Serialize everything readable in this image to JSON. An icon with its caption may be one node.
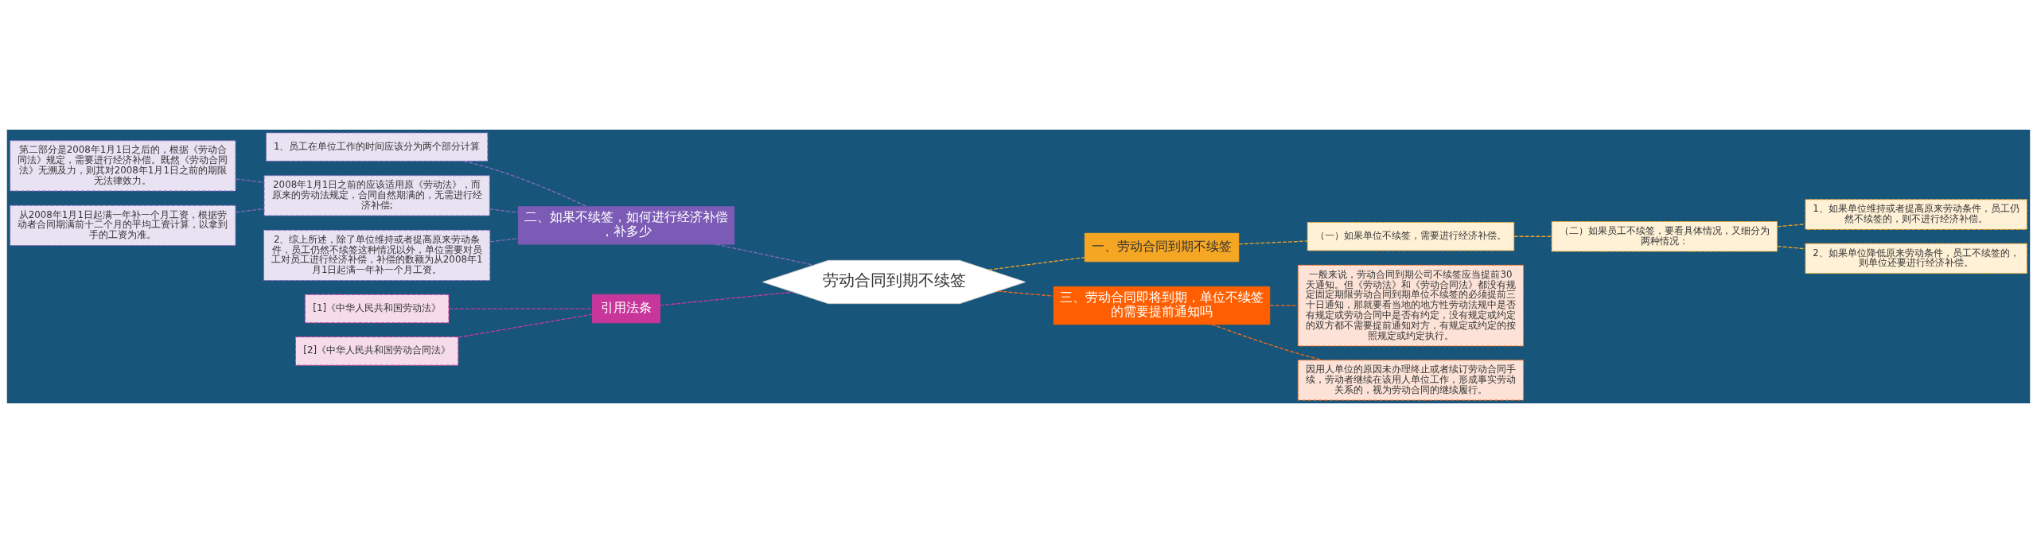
{
  "diagram": {
    "nodes": [
      {
        "text": [
          "劳动合同到期不续签"
        ]
      },
      {
        "text": [
          "一、劳动合同到期不续签"
        ]
      },
      {
        "text": [
          "（一）如果单位不续签，需要进行经济补偿。"
        ]
      },
      {
        "text": [
          "（二）如果员工不续签，要看具体情况，又细分为两种情况："
        ]
      },
      {
        "text": [
          "1、如果单位维持或者提高原来劳动条件，员工仍然不续签的，则不进行经济补偿。"
        ]
      },
      {
        "text": [
          "2、如果单位降低原来劳动条件，员工不续签的，则单位还要进行经济补偿。"
        ]
      },
      {
        "text": [
          "三、劳动合同即将到期，单位不续签的需要提前通知吗"
        ]
      },
      {
        "text": [
          "一般来说，劳动合同到期公司不续签应当提前30天通知。但《劳动法》和《劳动合同法》都没有规定固定期限劳动合同到期单位不续签的必须提前三十日通知，那就要看当地的地方性劳动法规中是否有规定或劳动合同中是否有约定，没有规定或约定的双方都不需要提前通知对方，有规定或约定的按照规定或约定执行。"
        ]
      },
      {
        "text": [
          "因用人单位的原因未办理终止或者续订劳动合同手续，劳动者继续在该用人单位工作，形成事实劳动关系的，视为劳动合同的继续履行。"
        ]
      },
      {
        "text": [
          "二、如果不续签，如何进行经济补偿，补多少"
        ]
      },
      {
        "text": [
          "1、员工在单位工作的时间应该分为两个部分计算"
        ]
      },
      {
        "text": [
          "2008年1月1日之前的应该适用原《劳动法》，而原来的劳动法规定，合同自然期满的，无需进行经济补偿;"
        ]
      },
      {
        "text": [
          "第二部分是2008年1月1日之后的，根据《劳动合同法》规定，需要进行经济补偿。既然《劳动合同法》无溯及力，则其对2008年1月1日之前的期限无法律效力。"
        ]
      },
      {
        "text": [
          "从2008年1月1日起满一年补一个月工资，根据劳动者合同期满前十二个月的平均工资计算，以拿到手的工资为准。"
        ]
      },
      {
        "text": [
          "2、综上所述，除了单位维持或者提高原来劳动条件，员工仍然不续签这种情况以外，单位需要对员工对员工进行经济补偿，补偿的数额为从2008年1月1日起满一年补一个月工资。"
        ]
      },
      {
        "text": [
          "引用法条"
        ]
      },
      {
        "text": [
          "[1]《中华人民共和国劳动法》"
        ]
      },
      {
        "text": [
          "[2]《中华人民共和国劳动合同法》"
        ]
      }
    ],
    "edges": [
      {
        "from": 0,
        "to": 1,
        "arrow": "none",
        "color": "#f5a623"
      },
      {
        "from": 1,
        "to": 2,
        "arrow": "none",
        "color": "#f5a623"
      },
      {
        "from": 2,
        "to": 3,
        "arrow": "none",
        "color": "#f5a623"
      },
      {
        "from": 3,
        "to": 4,
        "arrow": "none",
        "color": "#f5a623"
      },
      {
        "from": 3,
        "to": 5,
        "arrow": "none",
        "color": "#f5a623"
      },
      {
        "from": 0,
        "to": 6,
        "arrow": "none",
        "color": "#ff6a1a"
      },
      {
        "from": 6,
        "to": 7,
        "arrow": "none",
        "color": "#ff6a1a"
      },
      {
        "from": 6,
        "to": 8,
        "arrow": "none",
        "color": "#ff6a1a"
      },
      {
        "from": 9,
        "to": 0,
        "arrow": "none"
      },
      {
        "from": 10,
        "to": 9,
        "arrow": "none"
      },
      {
        "from": 11,
        "to": 9,
        "arrow": "none"
      },
      {
        "from": 12,
        "to": 11,
        "arrow": "none"
      },
      {
        "from": 13,
        "to": 11,
        "arrow": "none"
      },
      {
        "from": 14,
        "to": 9,
        "arrow": "none"
      },
      {
        "from": 15,
        "to": 0,
        "arrow": "none",
        "color": "#d0389e"
      },
      {
        "from": 16,
        "to": 15,
        "arrow": "none",
        "color": "#d0389e"
      },
      {
        "from": 17,
        "to": 15,
        "arrow": "none",
        "color": "#d0389e"
      }
    ]
  }
}
